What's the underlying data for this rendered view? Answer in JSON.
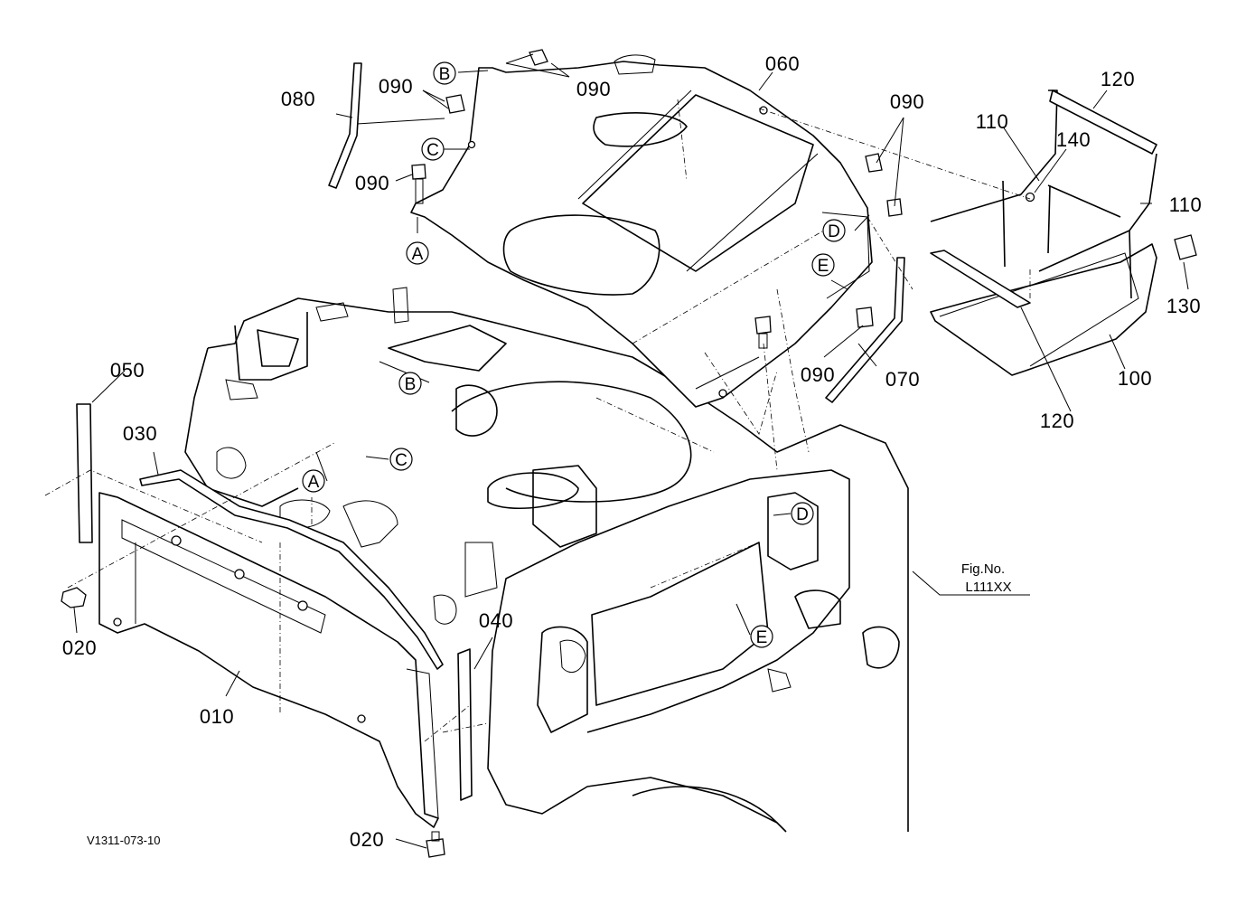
{
  "diagram": {
    "callouts": {
      "p010": "010",
      "p020a": "020",
      "p020b": "020",
      "p030": "030",
      "p040": "040",
      "p050": "050",
      "p060": "060",
      "p070": "070",
      "p080": "080",
      "p090a": "090",
      "p090b": "090",
      "p090c": "090",
      "p090d": "090",
      "p090e": "090",
      "p100": "100",
      "p110a": "110",
      "p110b": "110",
      "p120a": "120",
      "p120b": "120",
      "p130": "130",
      "p140": "140"
    },
    "markers": {
      "A1": "A",
      "A2": "A",
      "B1": "B",
      "B2": "B",
      "C1": "C",
      "C2": "C",
      "D1": "D",
      "D2": "D",
      "E1": "E",
      "E2": "E"
    },
    "fig_ref": {
      "label": "Fig.No.",
      "number": "L111XX"
    },
    "drawing_code": "V1311-073-10"
  }
}
